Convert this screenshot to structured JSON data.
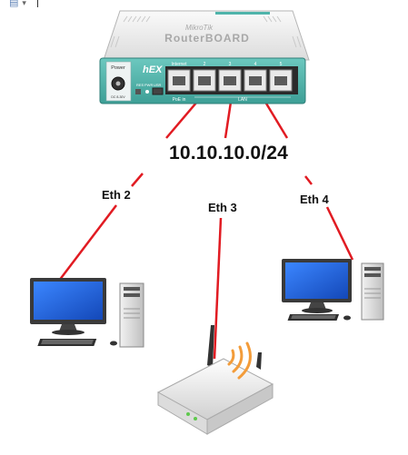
{
  "network": {
    "subnet": "10.10.10.0/24"
  },
  "links": [
    {
      "label": "Eth 2"
    },
    {
      "label": "Eth 3"
    },
    {
      "label": "Eth 4"
    }
  ],
  "router": {
    "brand": "MikroTik",
    "product_line": "RouterBOARD",
    "model": "hEX",
    "power_label": "Power",
    "dc_label": "DC 8-30V",
    "rst_label": "RES",
    "pwr_label": "PWR",
    "usr_label": "USR",
    "port_labels": [
      "Internet",
      "2",
      "3",
      "4",
      "5"
    ],
    "poe_label": "PoE in",
    "lan_label": "LAN"
  },
  "colors": {
    "link": "#e11b22",
    "router_body": "#4fb4ab",
    "screen": "#1a5fd6",
    "wifi": "#f39c3a"
  }
}
